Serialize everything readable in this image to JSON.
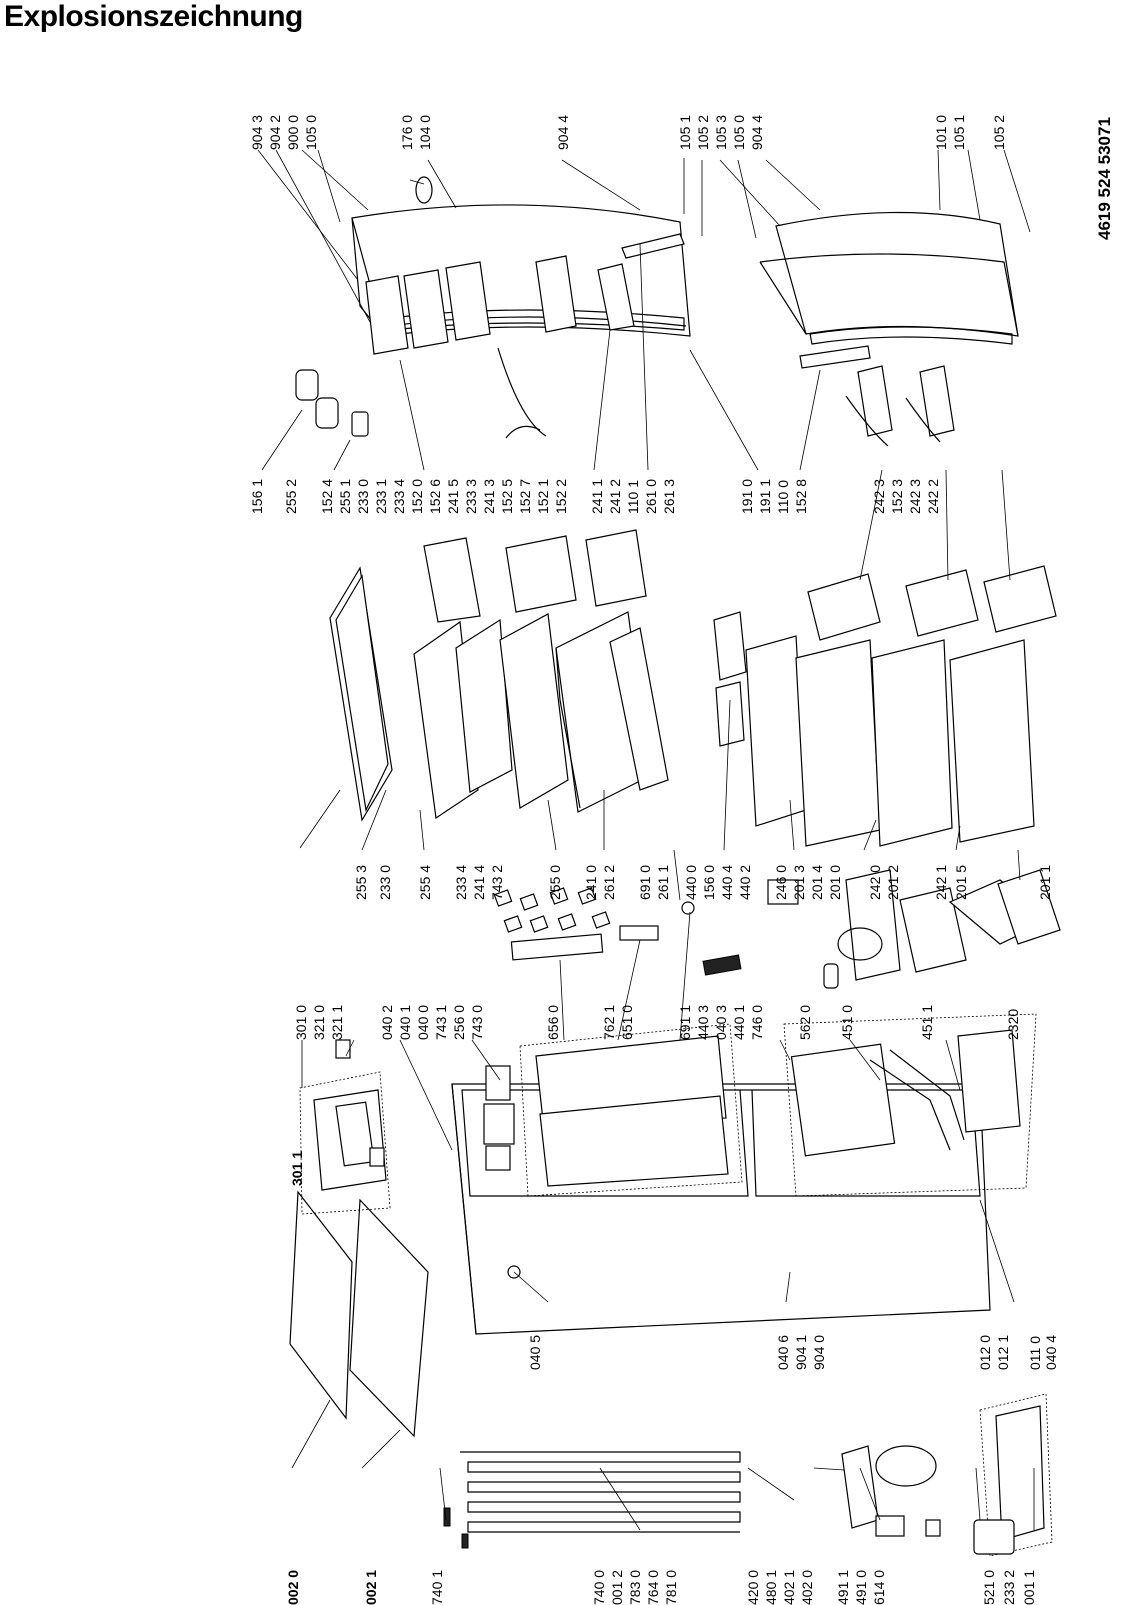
{
  "page": {
    "title": "Explosionszeichnung",
    "doc_code": "4619 524 53071"
  },
  "labels": {
    "top_row": [
      "904 3",
      "904 2",
      "900 0",
      "105 0",
      "176 0",
      "104 0",
      "904 4",
      "105 1",
      "105 2",
      "105 3",
      "105 0",
      "904 4",
      "101 0",
      "105 1",
      "105 2"
    ],
    "middle_upper_row": [
      "156 1",
      "255 2",
      "152 4",
      "255 1",
      "233 0",
      "233 1",
      "233 4",
      "152 0",
      "152 6",
      "241 5",
      "233 3",
      "241 3",
      "152 5",
      "152 7",
      "152 1",
      "152 2",
      "241 1",
      "241 2",
      "110 1",
      "261 0",
      "261 3",
      "191 0",
      "191 1",
      "110 0",
      "152 8",
      "242 3",
      "152 3",
      "242 3",
      "242 2"
    ],
    "middle_lower_row": [
      "255 3",
      "233 0",
      "255 4",
      "233 4",
      "241 4",
      "743 2",
      "255 0",
      "241 0",
      "261 2",
      "691 0",
      "261 1",
      "440 0",
      "156 0",
      "440 4",
      "440 2",
      "246 0",
      "201 3",
      "201 4",
      "201 0",
      "242 0",
      "201 2",
      "242 1",
      "201 5",
      "201 1"
    ],
    "control_row": [
      "301 1",
      "301 0",
      "321 0",
      "321 1",
      "040 2",
      "040 1",
      "040 0",
      "743 1",
      "256 0",
      "743 0",
      "656 0",
      "762 1",
      "651 0",
      "691 1",
      "440 3",
      "040 3",
      "440 1",
      "746 0",
      "451 0",
      "451 1",
      "562 0",
      "2320"
    ],
    "bottom_row": [
      "002 0",
      "002 1",
      "740 1",
      "740 0",
      "001 2",
      "783 0",
      "764 0",
      "781 0",
      "420 0",
      "480 1",
      "402 1",
      "402 0",
      "491 1",
      "491 0",
      "614 0",
      "521 0",
      "233 2",
      "001 1"
    ],
    "cabinet_labels": [
      "040 5",
      "040 6",
      "904 1",
      "904 0",
      "012 0",
      "012 1",
      "011 0",
      "040 4"
    ]
  }
}
